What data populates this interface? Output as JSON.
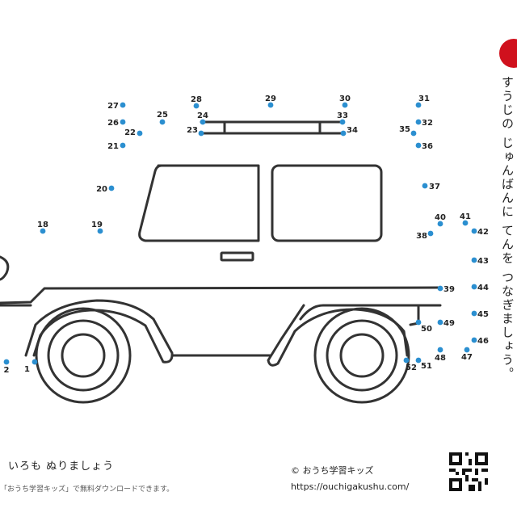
{
  "instruction": "すうじの じゅんばんに てんを つなぎましょう。",
  "color_prompt": "いろも ぬりましょう",
  "copyright": "© おうち学習キッズ",
  "url": "https://ouchigakushu.com/",
  "download_note": "「おうち学習キッズ」で無料ダウンロードできます。",
  "dot_color": "#2b8fd0",
  "accent_color": "#d0111d",
  "dots": [
    {
      "n": "1"
    },
    {
      "n": "2"
    },
    {
      "n": "18"
    },
    {
      "n": "19"
    },
    {
      "n": "20"
    },
    {
      "n": "21"
    },
    {
      "n": "22"
    },
    {
      "n": "25"
    },
    {
      "n": "26"
    },
    {
      "n": "27"
    },
    {
      "n": "28"
    },
    {
      "n": "24"
    },
    {
      "n": "23"
    },
    {
      "n": "29"
    },
    {
      "n": "30"
    },
    {
      "n": "33"
    },
    {
      "n": "34"
    },
    {
      "n": "31"
    },
    {
      "n": "32"
    },
    {
      "n": "35"
    },
    {
      "n": "36"
    },
    {
      "n": "37"
    },
    {
      "n": "40"
    },
    {
      "n": "41"
    },
    {
      "n": "38"
    },
    {
      "n": "42"
    },
    {
      "n": "43"
    },
    {
      "n": "44"
    },
    {
      "n": "39"
    },
    {
      "n": "45"
    },
    {
      "n": "50"
    },
    {
      "n": "49"
    },
    {
      "n": "46"
    },
    {
      "n": "47"
    },
    {
      "n": "48"
    },
    {
      "n": "51"
    },
    {
      "n": "52"
    }
  ]
}
